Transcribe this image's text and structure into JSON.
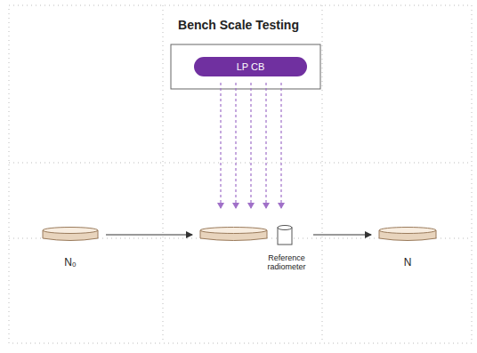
{
  "diagram": {
    "title": "Bench Scale Testing",
    "nodes": [
      {
        "text": [
          "LP CB"
        ]
      },
      {
        "text": [
          "N₀"
        ]
      },
      {
        "text": [
          "Reference radiometer"
        ]
      },
      {
        "text": [
          "N"
        ]
      }
    ],
    "edges": [
      {
        "from": 1,
        "to": 2,
        "arrow": "to"
      },
      {
        "from": 2,
        "to": 3,
        "arrow": "to"
      }
    ]
  }
}
